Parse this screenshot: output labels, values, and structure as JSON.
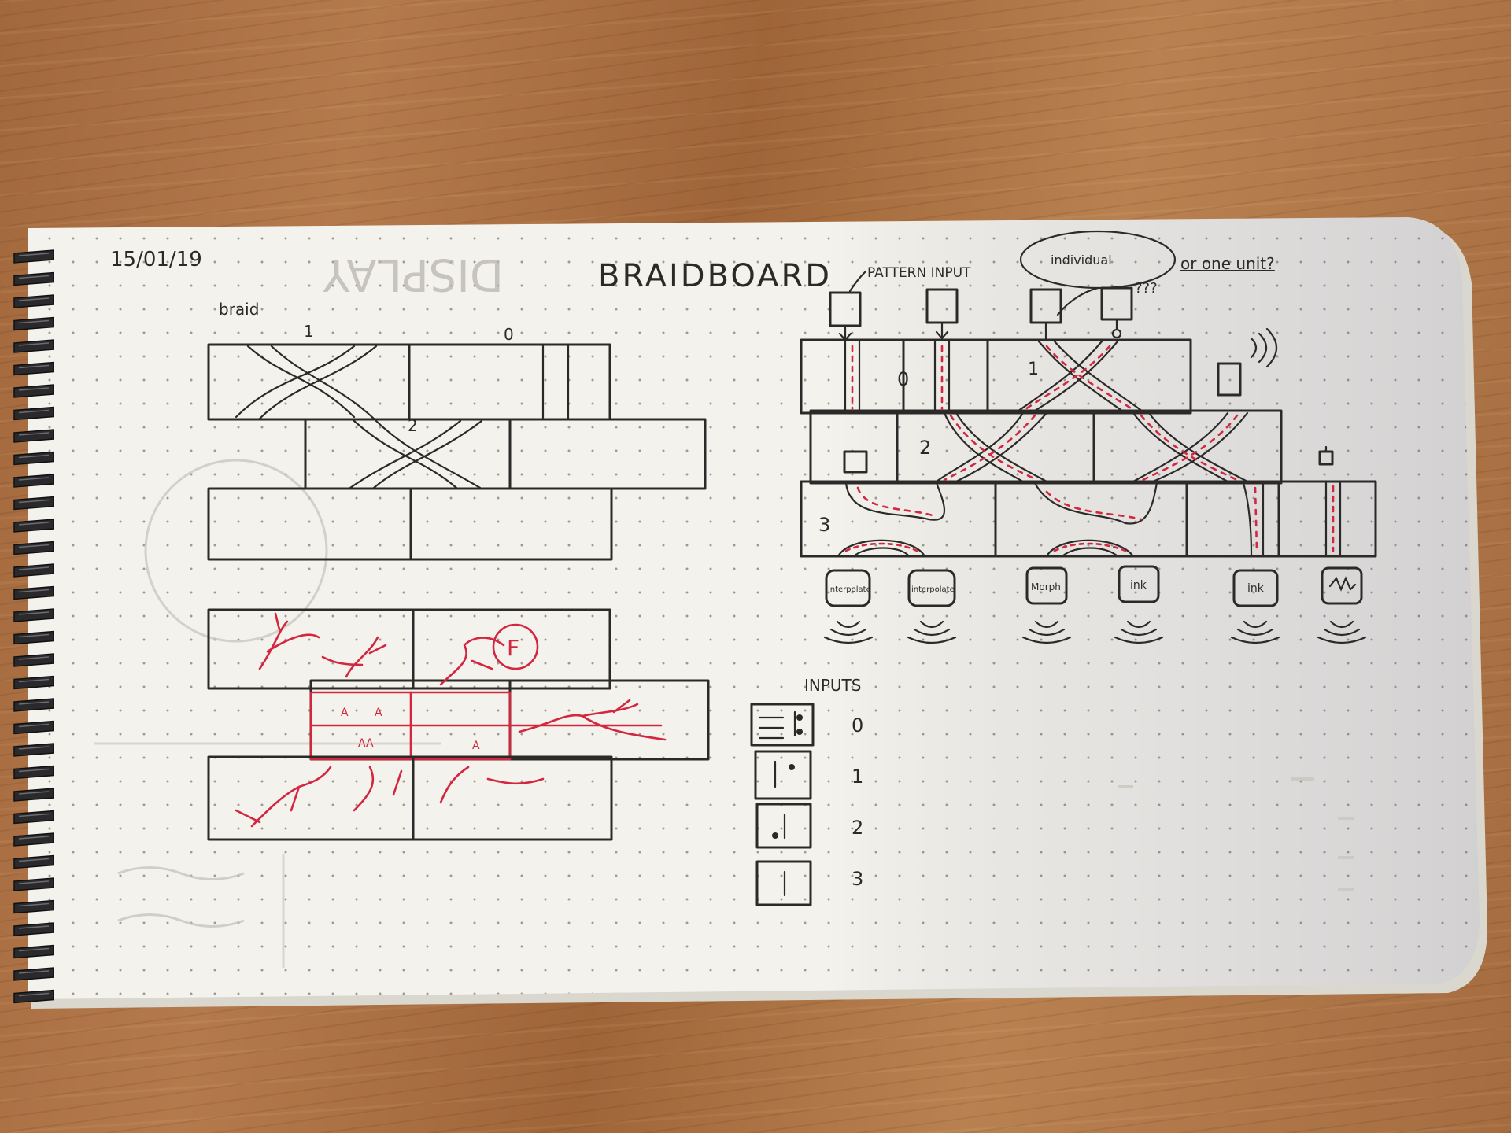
{
  "notebook": {
    "date": "15/01/19",
    "title": "BRAIDBOARD",
    "left_page": {
      "braid_label": "braid",
      "tile_numbers": [
        "1",
        "0",
        "2"
      ],
      "tile_letters": [
        "A",
        "A",
        "AA",
        "A"
      ],
      "f_marker": "F"
    },
    "right_page": {
      "pattern_input_label": "PATTERN INPUT",
      "individual_label": "individual",
      "or_one_unit_label": "or one unit?",
      "question_marks": "???",
      "tile_numbers": [
        "0",
        "1",
        "2",
        "3"
      ],
      "output_labels": [
        "interpolate",
        "interpolate",
        "Morph",
        "ink",
        "ink",
        ""
      ],
      "inputs_heading": "INPUTS",
      "input_values": [
        "0",
        "1",
        "2",
        "3"
      ]
    }
  },
  "colors": {
    "paper": "#f4f2ed",
    "ink": "#2c2a28",
    "red_ink": "#d3263f",
    "wood": "#a86f43"
  },
  "icons": [
    "spiral-binding-icon"
  ]
}
